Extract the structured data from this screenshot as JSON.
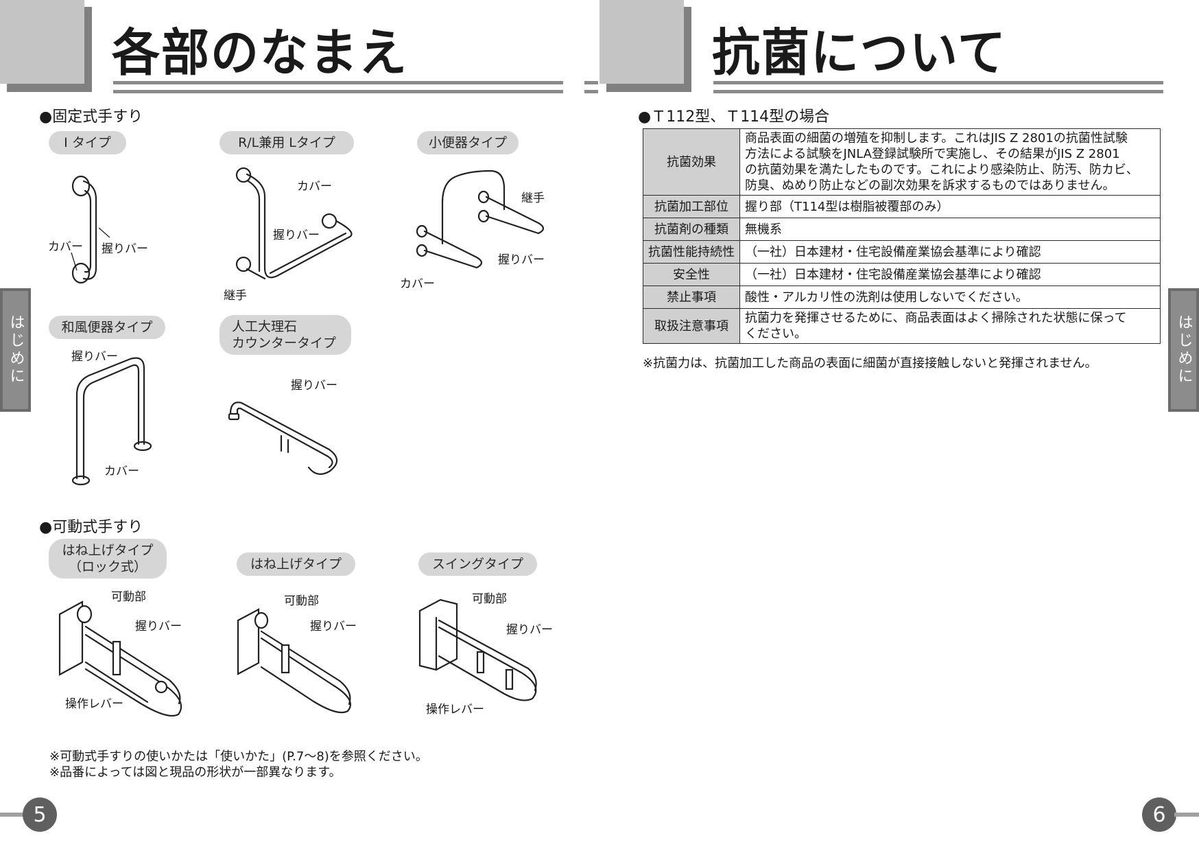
{
  "left_page": {
    "title": "各部のなまえ",
    "side_tab": "はじめに",
    "page_number": "5",
    "fixed_section": {
      "heading": "●固定式手すり",
      "types": [
        {
          "name": "I タイプ",
          "labels": [
            "カバー",
            "握りバー"
          ]
        },
        {
          "name": "R/L兼用 Lタイプ",
          "labels": [
            "カバー",
            "握りバー",
            "継手"
          ]
        },
        {
          "name": "小便器タイプ",
          "labels": [
            "継手",
            "握りバー",
            "カバー"
          ]
        },
        {
          "name": "和風便器タイプ",
          "labels": [
            "握りバー",
            "カバー"
          ]
        },
        {
          "name_line1": "人工大理石",
          "name_line2": "カウンタータイプ",
          "labels": [
            "握りバー"
          ]
        }
      ]
    },
    "movable_section": {
      "heading": "●可動式手すり",
      "types": [
        {
          "name_line1": "はね上げタイプ",
          "name_line2": "（ロック式）",
          "labels": [
            "可動部",
            "握りバー",
            "操作レバー"
          ]
        },
        {
          "name": "はね上げタイプ",
          "labels": [
            "可動部",
            "握りバー"
          ]
        },
        {
          "name": "スイングタイプ",
          "labels": [
            "可動部",
            "握りバー",
            "操作レバー"
          ]
        }
      ]
    },
    "notes": [
      "※可動式手すりの使いかたは「使いかた」(P.7〜8)を参照ください。",
      "※品番によっては図と現品の形状が一部異なります。"
    ]
  },
  "right_page": {
    "title": "抗菌について",
    "side_tab": "はじめに",
    "page_number": "6",
    "section_heading": "●Ｔ112型、Ｔ114型の場合",
    "table": {
      "rows": [
        {
          "key": "抗菌効果",
          "value_lines": [
            "商品表面の細菌の増殖を抑制します。これはJIS Z 2801の抗菌性試験",
            "方法による試験をJNLA登録試験所で実施し、その結果がJIS Z 2801",
            "の抗菌効果を満たしたものです。これにより感染防止、防汚、防カビ、",
            "防臭、ぬめり防止などの副次効果を訴求するものではありません。"
          ]
        },
        {
          "key": "抗菌加工部位",
          "value_lines": [
            "握り部（T114型は樹脂被覆部のみ）"
          ]
        },
        {
          "key": "抗菌剤の種類",
          "value_lines": [
            "無機系"
          ]
        },
        {
          "key": "抗菌性能持続性",
          "value_lines": [
            "（一社）日本建材・住宅設備産業協会基準により確認"
          ]
        },
        {
          "key": "安全性",
          "value_lines": [
            "（一社）日本建材・住宅設備産業協会基準により確認"
          ]
        },
        {
          "key": "禁止事項",
          "value_lines": [
            "酸性・アルカリ性の洗剤は使用しないでください。"
          ]
        },
        {
          "key": "取扱注意事項",
          "value_lines": [
            "抗菌力を発揮させるために、商品表面はよく掃除された状態に保って",
            "ください。"
          ]
        }
      ]
    },
    "footnote": "※抗菌力は、抗菌加工した商品の表面に細菌が直接接触しないと発揮されません。"
  }
}
